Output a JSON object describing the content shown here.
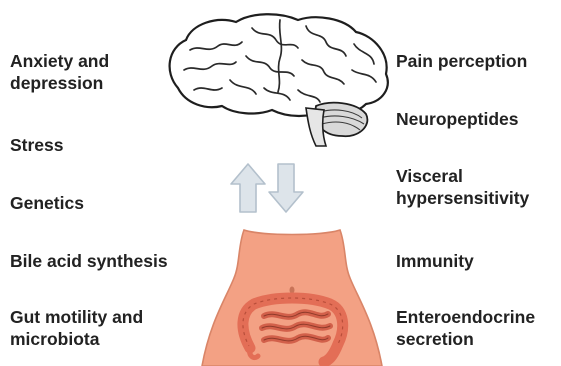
{
  "left_factors": [
    {
      "line1": "Anxiety and",
      "line2": "depression"
    },
    {
      "line1": "Stress",
      "line2": ""
    },
    {
      "line1": "Genetics",
      "line2": ""
    },
    {
      "line1": "Bile acid synthesis",
      "line2": ""
    },
    {
      "line1": "Gut motility and",
      "line2": "microbiota"
    }
  ],
  "right_factors": [
    {
      "line1": "Pain perception",
      "line2": ""
    },
    {
      "line1": "Neuropeptides",
      "line2": ""
    },
    {
      "line1": "Visceral",
      "line2": "hypersensitivity"
    },
    {
      "line1": "Immunity",
      "line2": ""
    },
    {
      "line1": "Enteroendocrine",
      "line2": "secretion"
    }
  ],
  "icons": {
    "brain": "brain-illustration",
    "torso": "torso-intestines-illustration",
    "up_arrow": "arrow-up-icon",
    "down_arrow": "arrow-down-icon"
  },
  "colors": {
    "text": "#222222",
    "skin": "#f3a184",
    "intestine": "#e36e56",
    "arrow_fill": "#dde4ea",
    "arrow_stroke": "#b3c0cc"
  }
}
